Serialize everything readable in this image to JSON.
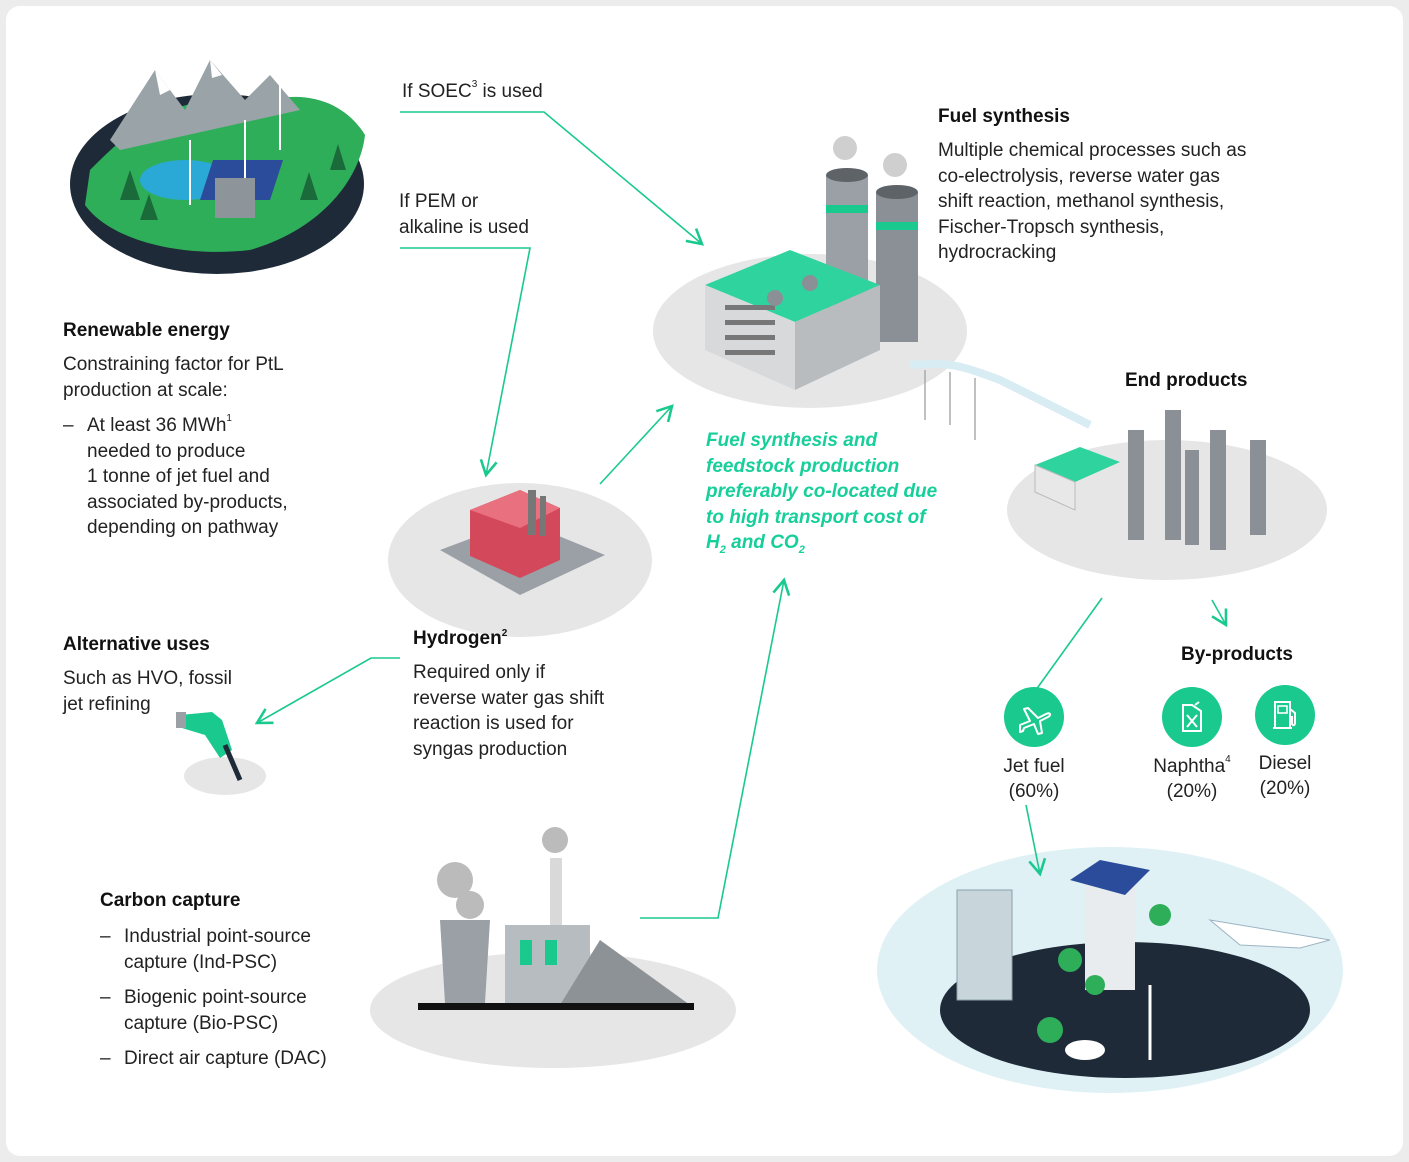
{
  "colors": {
    "accent": "#19c98e",
    "accent_text": "#17cf9a",
    "ground": "#e6e6e6",
    "dark_island": "#1e2a38"
  },
  "arrows": {
    "soec": "If SOEC",
    "soec_sup": "3",
    "soec_tail": " is used",
    "pem_line1": "If PEM or",
    "pem_line2": "alkaline is used"
  },
  "renewable": {
    "title": "Renewable energy",
    "lines": [
      "Constraining factor for PtL",
      "production at scale:"
    ],
    "bullet": [
      "At least 36 MWh",
      "needed to produce",
      "1 tonne of jet fuel and",
      "associated by-products,",
      "depending on pathway"
    ],
    "bullet_sup": "1"
  },
  "alternative": {
    "title": "Alternative uses",
    "lines": [
      "Such as HVO, fossil",
      "jet refining"
    ]
  },
  "hydrogen": {
    "title": "Hydrogen",
    "title_sup": "2",
    "lines": [
      "Required only if",
      "reverse water gas shift",
      "reaction is used for",
      "syngas production"
    ]
  },
  "carbon": {
    "title": "Carbon capture",
    "items": [
      [
        "Industrial point-source",
        "capture (Ind-PSC)"
      ],
      [
        "Biogenic point-source",
        "capture (Bio-PSC)"
      ],
      [
        "Direct air capture (DAC)"
      ]
    ]
  },
  "fuel_synthesis": {
    "title": "Fuel synthesis",
    "lines": [
      "Multiple chemical processes such as",
      "co-electrolysis, reverse water gas",
      "shift reaction, methanol synthesis,",
      "Fischer-Tropsch synthesis,",
      "hydrocracking"
    ]
  },
  "colocation": {
    "lines": [
      "Fuel synthesis and",
      "feedstock production",
      "preferably co-located due",
      "to high transport cost of"
    ],
    "last_h": "H",
    "sub2": "2",
    "last_and": " and CO",
    "last_sub": "2"
  },
  "end_products": {
    "title": "End products"
  },
  "by_products": {
    "title": "By-products"
  },
  "products": {
    "jet_fuel": {
      "name": "Jet fuel",
      "share": "(60%)",
      "icon": "airplane-icon"
    },
    "naphtha": {
      "name": "Naphtha",
      "sup": "4",
      "share": "(20%)",
      "icon": "jerrycan-icon"
    },
    "diesel": {
      "name": "Diesel",
      "share": "(20%)",
      "icon": "fuel-pump-icon"
    }
  }
}
